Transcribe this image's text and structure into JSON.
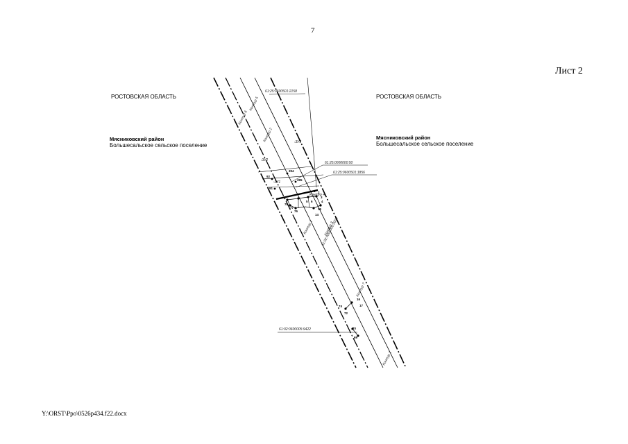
{
  "page_number": "7",
  "sheet_label": "Лист 2",
  "footer_path": "Y:\\ORST\\Ppo\\0526p434.f22.docx",
  "left": {
    "region": "РОСТОВСКАЯ ОБЛАСТЬ",
    "district": "Мясниковский район",
    "settlement": "Большесальское сельское поселение"
  },
  "right": {
    "region": "РОСТОВСКАЯ ОБЛАСТЬ",
    "district": "Мясниковский район",
    "settlement": "Большесальское сельское поселение"
  },
  "map": {
    "cad_2158": "61:25:0600501:2158",
    "cad_50": "61:25:0000000:50",
    "cad_1856": "61:25:0600501:1856",
    "cad_9422": "61:02:0600005:9422",
    "cad_center": "61:02:0000000:0000",
    "zu1": ":ЗУ1",
    "zu2": ":ЗУ2",
    "zu3": ":ЗУ3",
    "kontur1": "Контур 1",
    "kontur2": "Контур 2",
    "kontur3": "Контур 3",
    "kontur4": "Контур 4",
    "kontur5": "Контур 5",
    "kontur6": "Контур 6",
    "kontur7": "Контур 7",
    "points": {
      "p394": "394",
      "p395": "395",
      "p92": "92",
      "p91": "91",
      "p78": "78",
      "p77": "77",
      "p76": "76",
      "p75": "75",
      "p74": "74",
      "p73": "73",
      "p72": "72",
      "p71": "71",
      "p70": "70",
      "p69": "69",
      "p16": "16",
      "p17": "17",
      "p15": "15",
      "p14": "14",
      "p1": "1",
      "p2": "2",
      "p3": "3",
      "p4": "4",
      "p5": "5",
      "p6": "6"
    }
  }
}
